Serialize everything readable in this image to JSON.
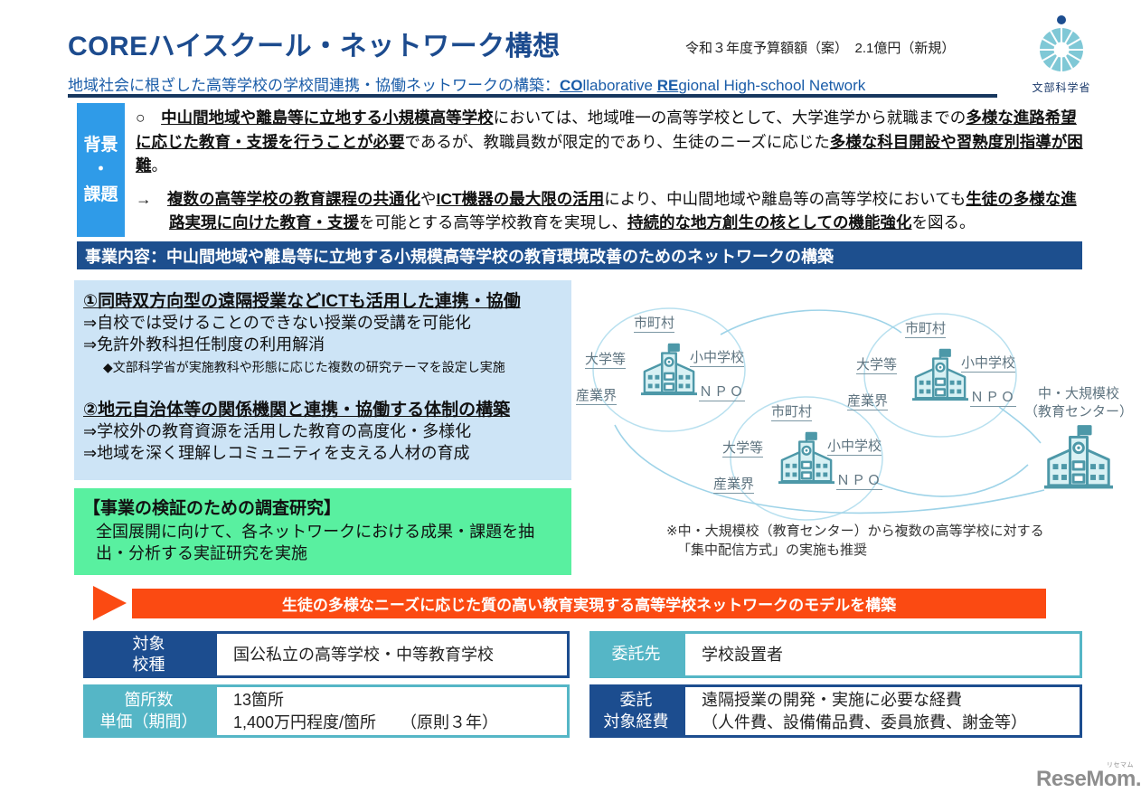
{
  "colors": {
    "title_blue": "#1c4b8e",
    "label_blue": "#2f9be8",
    "bar_blue": "#1d4f8e",
    "light_blue_box": "#cde4f6",
    "green_box": "#59f0a0",
    "orange": "#fb4a12",
    "navy_cell": "#1c4d8f",
    "teal_cell": "#55b6c6"
  },
  "header": {
    "title": "COREハイスクール・ネットワーク構想",
    "budget": "令和３年度予算額額（案）　2.1億円（新規）",
    "subtitle_jp": "地域社会に根ざした高等学校の学校間連携・協働ネットワークの構築：",
    "co": "CO",
    "co_rest": "llaborative ",
    "re": "RE",
    "re_rest": "gional High-school Network",
    "mext": "文部科学省"
  },
  "background": {
    "label_l1": "背景",
    "label_l2": "・",
    "label_l3": "課題",
    "p1": {
      "s0": "○　",
      "s1": "中山間地域や離島等に立地する小規模高等学校",
      "s2": "においては、地域唯一の高等学校として、大学進学から就職までの",
      "s3": "多様な進路希望に応じた教育・支援を行うことが必要",
      "s4": "であるが、教職員数が限定的であり、生徒のニーズに応じた",
      "s5": "多様な科目開設や習熟度別指導が困難",
      "s6": "。"
    },
    "p2": {
      "s0": "→　",
      "s1": "複数の高等学校の教育課程の共通化",
      "s2": "や",
      "s3": "ICT機器の最大限の活用",
      "s4": "により、中山間地域や離島等の高等学校においても",
      "s5": "生徒の多様な進路実現に向けた教育・支援",
      "s6": "を可能とする高等学校教育を実現し、",
      "s7": "持続的な地方創生の核としての機能強化",
      "s8": "を図る。"
    }
  },
  "program_bar": "事業内容：中山間地域や離島等に立地する小規模高等学校の教育環境改善のためのネットワークの構築",
  "ict_box": {
    "item1_title": "①同時双方向型の遠隔授業などICTも活用した連携・協働",
    "item1_line1": "⇒自校では受けることのできない授業の受講を可能化",
    "item1_line2": "⇒免許外教科担任制度の利用解消",
    "item1_note": "◆文部科学省が実施教科や形態に応じた複数の研究テーマを設定し実施",
    "item2_title": "②地元自治体等の関係機関と連携・協働する体制の構築",
    "item2_line1": "⇒学校外の教育資源を活用した教育の高度化・多様化",
    "item2_line2": "⇒地域を深く理解しコミュニティを支える人材の育成"
  },
  "research_box": {
    "title": "【事業の検証のための調査研究】",
    "body": "全国展開に向けて、各ネットワークにおける成果・課題を抽出・分析する実証研究を実施"
  },
  "diagram": {
    "label_municipality": "市町村",
    "label_university": "大学等",
    "label_elementary": "小中学校",
    "label_industry": "産業界",
    "label_npo": "ＮＰＯ",
    "center_l1": "中・大規模校",
    "center_l2": "（教育センター）",
    "note_l1": "※中・大規模校（教育センター）から複数の高等学校に対する",
    "note_l2": "「集中配信方式」の実施も推奨"
  },
  "banner": "生徒の多様なニーズに応じた質の高い教育実現する高等学校ネットワークのモデルを構築",
  "tables": {
    "target_header_l1": "対象",
    "target_header_l2": "校種",
    "target_value": "国公私立の高等学校・中等教育学校",
    "count_header_l1": "箇所数",
    "count_header_l2": "単価（期間）",
    "count_value_l1": "13箇所",
    "count_value_l2": "1,400万円程度/箇所　　（原則３年）",
    "entrust_header": "委託先",
    "entrust_value": "学校設置者",
    "expense_header_l1": "委託",
    "expense_header_l2": "対象経費",
    "expense_value_l1": "遠隔授業の開発・実施に必要な経費",
    "expense_value_l2": "（人件費、設備備品費、委員旅費、謝金等）"
  },
  "footer": {
    "brand": "ReseMom.",
    "brand_ruby": "リセマム"
  }
}
